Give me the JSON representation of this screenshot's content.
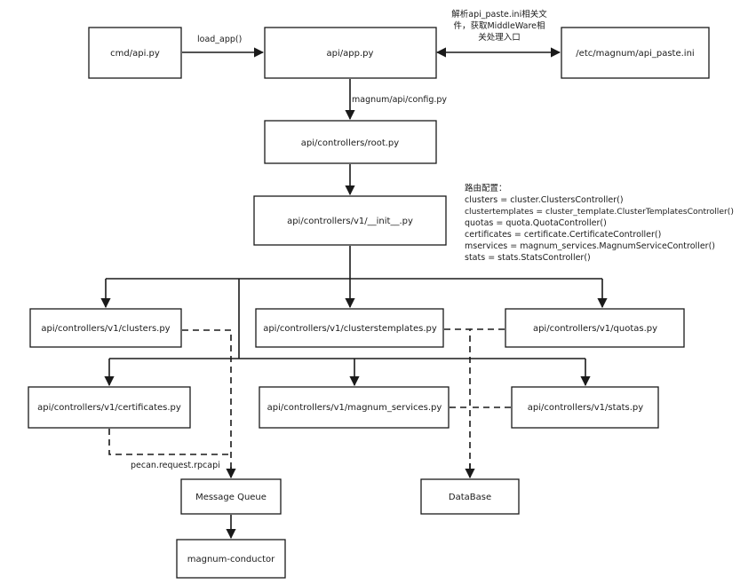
{
  "nodes": {
    "cmd_api": "cmd/api.py",
    "app": "api/app.py",
    "api_paste": "/etc/magnum/api_paste.ini",
    "root": "api/controllers/root.py",
    "v1_init": "api/controllers/v1/__init__.py",
    "clusters": "api/controllers/v1/clusters.py",
    "clustertemplates": "api/controllers/v1/clusterstemplates.py",
    "quotas": "api/controllers/v1/quotas.py",
    "certificates": "api/controllers/v1/certificates.py",
    "magnum_services": "api/controllers/v1/magnum_services.py",
    "stats": "api/controllers/v1/stats.py",
    "message_queue": "Message Queue",
    "database": "DataBase",
    "conductor": "magnum-conductor"
  },
  "edge_labels": {
    "load_app": "load_app()",
    "config": "magnum/api/config.py",
    "rpcapi": "pecan.request.rpcapi"
  },
  "paste_note": [
    "解析api_paste.ini相关文",
    "件，获取MiddleWare相",
    "关处理入口"
  ],
  "routes_note": [
    "路由配置：",
    "clusters = cluster.ClustersController()",
    "clustertemplates = cluster_template.ClusterTemplatesController()",
    "quotas = quota.QuotaController()",
    "certificates = certificate.CertificateController()",
    "mservices = magnum_services.MagnumServiceController()",
    "stats = stats.StatsController()"
  ]
}
